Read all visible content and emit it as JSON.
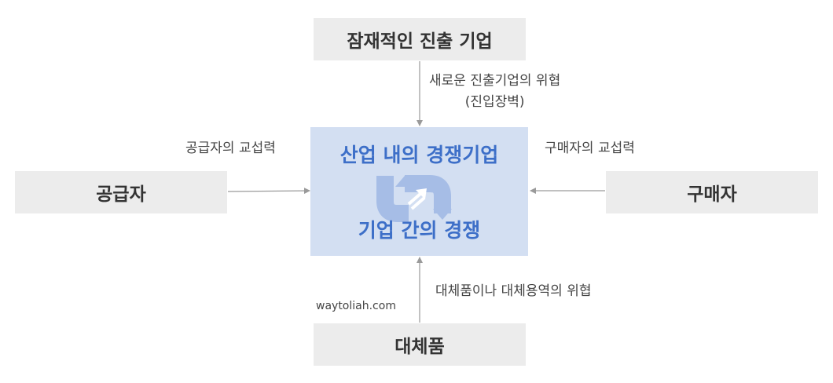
{
  "boxes": {
    "top": "잠재적인 진출 기업",
    "left": "공급자",
    "right": "구매자",
    "bottom": "대체품"
  },
  "center": {
    "title": "산업 내의 경쟁기업",
    "subtitle": "기업 간의 경쟁"
  },
  "labels": {
    "top_threat_line1": "새로운 진출기업의 위협",
    "top_threat_line2": "(진입장벽)",
    "supplier_power": "공급자의 교섭력",
    "buyer_power": "구매자의 교섭력",
    "substitute_threat": "대체품이나 대체용역의 위협"
  },
  "watermark": "waytoliah.com",
  "icons": {
    "center": "cycle-arrows-icon"
  },
  "colors": {
    "box_fill": "#ececec",
    "center_fill": "#d3dff2",
    "center_text": "#3d6fc8",
    "arrow": "#9a9a9a",
    "cycle_icon": "#a6bde6"
  }
}
